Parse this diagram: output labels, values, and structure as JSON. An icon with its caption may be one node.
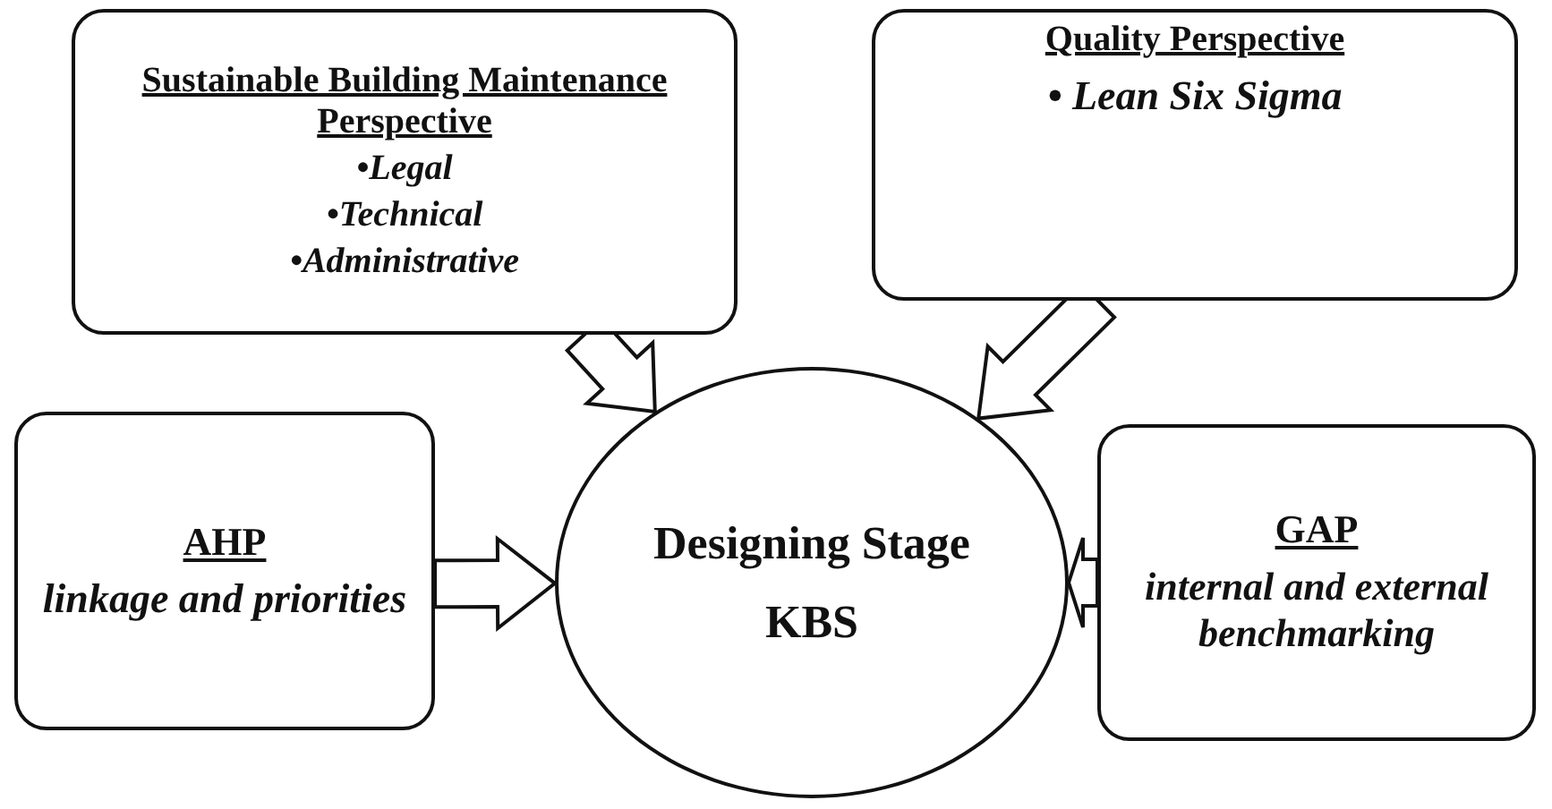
{
  "diagram": {
    "nodes": [
      {
        "text": [
          "Sustainable Building Maintenance Perspective",
          "•Legal",
          "•Technical",
          "•Administrative"
        ]
      },
      {
        "text": [
          "Quality Perspective",
          "• Lean Six Sigma"
        ]
      },
      {
        "text": [
          "AHP",
          "linkage and priorities"
        ]
      },
      {
        "text": [
          "Designing Stage",
          "KBS"
        ]
      },
      {
        "text": [
          "GAP",
          "internal and external benchmarking"
        ]
      }
    ],
    "edges": [
      {
        "from": 0,
        "to": 3,
        "arrow": "to"
      },
      {
        "from": 1,
        "to": 3,
        "arrow": "to"
      },
      {
        "from": 2,
        "to": 3,
        "arrow": "to"
      },
      {
        "from": 4,
        "to": 3,
        "arrow": "to"
      }
    ]
  }
}
